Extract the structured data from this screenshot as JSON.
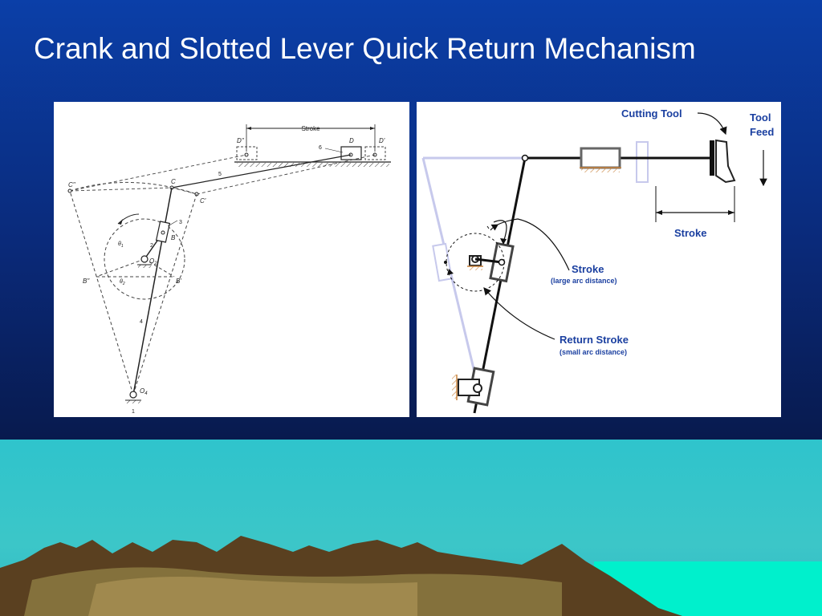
{
  "slide": {
    "title": "Crank and Slotted Lever Quick Return Mechanism",
    "colors": {
      "background_top": "#0b3fa8",
      "background_bottom": "#081a4e",
      "sea": "#3cc6c8",
      "mountain": "#5a4020",
      "title_text": "#ffffff",
      "label_blue": "#1a3fa0"
    }
  },
  "left_diagram": {
    "stroke_label": "Stroke",
    "labels": {
      "d_double_prime": "D\"",
      "d": "D",
      "d_prime": "D'",
      "c_double_prime": "C\"",
      "c": "C",
      "c_prime": "C'",
      "b": "B",
      "b_double_prime": "B\"",
      "b_prime": "B'",
      "o2": "O",
      "o2_sub": "2",
      "o4": "O",
      "o4_sub": "4",
      "theta1": "θ",
      "theta1_sub": "1",
      "theta2": "θ",
      "theta2_sub": "2",
      "link1": "1",
      "link2": "2",
      "link3": "3",
      "link4": "4",
      "link5": "5",
      "link6": "6"
    }
  },
  "right_diagram": {
    "cutting_tool": "Cutting Tool",
    "tool_feed_line1": "Tool",
    "tool_feed_line2": "Feed",
    "stroke_top": "Stroke",
    "stroke_label": "Stroke",
    "stroke_sub": "(large arc distance)",
    "return_stroke_label": "Return Stroke",
    "return_stroke_sub": "(small arc distance)"
  }
}
